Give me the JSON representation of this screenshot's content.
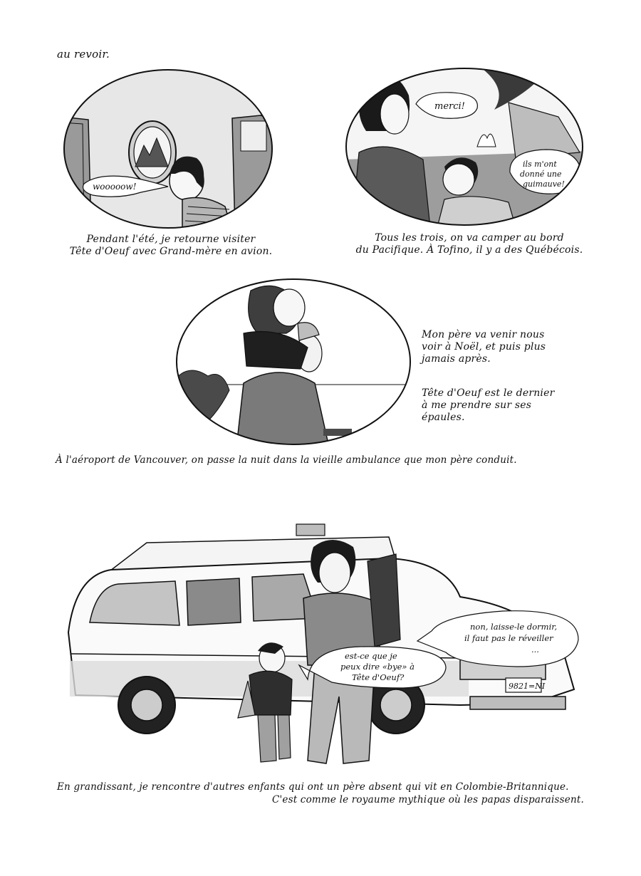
{
  "top_text": "au revoir.",
  "panel1": {
    "bubble": "wooooow!",
    "caption_line1": "Pendant l'été, je retourne visiter",
    "caption_line2": "Tête d'Oeuf avec Grand-mère en avion."
  },
  "panel2": {
    "bubble_mother": "merci!",
    "bubble_child_line1": "ils m'ont",
    "bubble_child_line2": "donné une",
    "bubble_child_line3": "guimauve!",
    "caption_line1": "Tous les trois, on va camper au bord",
    "caption_line2": "du Pacifique. À Tofino, il y a des Québécois."
  },
  "panel3": {
    "text1_line1": "Mon père va venir nous",
    "text1_line2": "voir à Noël, et puis plus",
    "text1_line3": "jamais après.",
    "text2_line1": "Tête d'Oeuf est le dernier",
    "text2_line2": "à me prendre sur ses épaules."
  },
  "airport_caption": "À l'aéroport de Vancouver, on passe la nuit dans la vieille ambulance que mon père conduit.",
  "ambulance_panel": {
    "plate": "9821=NI",
    "bubble_child_line1": "est-ce que je",
    "bubble_child_line2": "peux dire «bye» à",
    "bubble_child_line3": "Tête d'Oeuf?",
    "bubble_mother_line1": "non, laisse-le dormir,",
    "bubble_mother_line2": "il faut pas le réveiller",
    "bubble_mother_line3": "..."
  },
  "bottom_caption_line1": "En grandissant, je rencontre d'autres enfants qui ont un père absent qui vit en Colombie-Britannique.",
  "bottom_caption_line2": "C'est comme le royaume mythique où les papas disparaissent.",
  "colors": {
    "ink": "#111111",
    "paper": "#ffffff",
    "wash_light": "#d9d9d9",
    "wash_mid": "#a8a8a8",
    "wash_dark": "#4a4a4a"
  }
}
